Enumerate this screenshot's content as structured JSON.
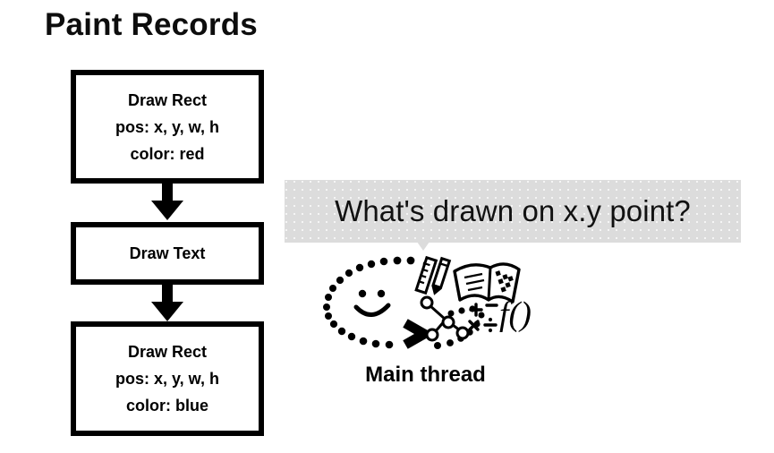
{
  "page": {
    "title": "Paint Records",
    "background_color": "#ffffff",
    "ink_color": "#000000"
  },
  "paint_records": {
    "heading": "Paint Records",
    "boxes": [
      {
        "name": "draw-rect-red",
        "lines": [
          "Draw Rect",
          "pos: x, y, w, h",
          "color: red"
        ]
      },
      {
        "name": "draw-text",
        "lines": [
          "Draw Text"
        ]
      },
      {
        "name": "draw-rect-blue",
        "lines": [
          "Draw Rect",
          "pos: x, y, w, h",
          "color: blue"
        ]
      }
    ],
    "connectors": [
      {
        "name": "arrow-record-0-to-1",
        "icon": "down-arrow-icon"
      },
      {
        "name": "arrow-record-1-to-2",
        "icon": "down-arrow-icon"
      }
    ]
  },
  "query": {
    "bubble_text": "What's drawn on x.y point?",
    "bubble_color": "#dcdcdc",
    "tail_icon": "speech-bubble-tail-icon"
  },
  "thread": {
    "label": "Main thread",
    "illustration_icon": "thinking-face-icon",
    "illustration_parts": [
      "dotted-head-outline-icon",
      "eye-dot-left-icon",
      "eye-dot-right-icon",
      "smile-icon",
      "chevron-right-icon",
      "ruler-icon",
      "pencil-icon",
      "open-book-icon",
      "binary-tree-icon",
      "math-operators-icon",
      "function-notation-icon"
    ],
    "math_operators": "+ - x ÷",
    "function_notation": "f()"
  }
}
